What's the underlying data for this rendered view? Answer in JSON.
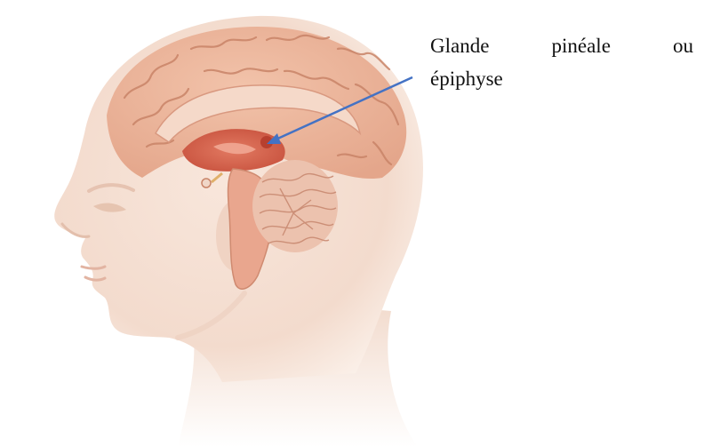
{
  "label": {
    "line1_words": [
      "Glande",
      "pinéale",
      "ou"
    ],
    "line2": "épiphyse"
  },
  "colors": {
    "skin": "#f3ddd0",
    "brain": "#eab39a",
    "deep_structures": "#d9634e",
    "cerebellum": "#e7b9a4",
    "arrow": "#4472c4"
  },
  "icons": {
    "pointer": "arrow-line"
  }
}
